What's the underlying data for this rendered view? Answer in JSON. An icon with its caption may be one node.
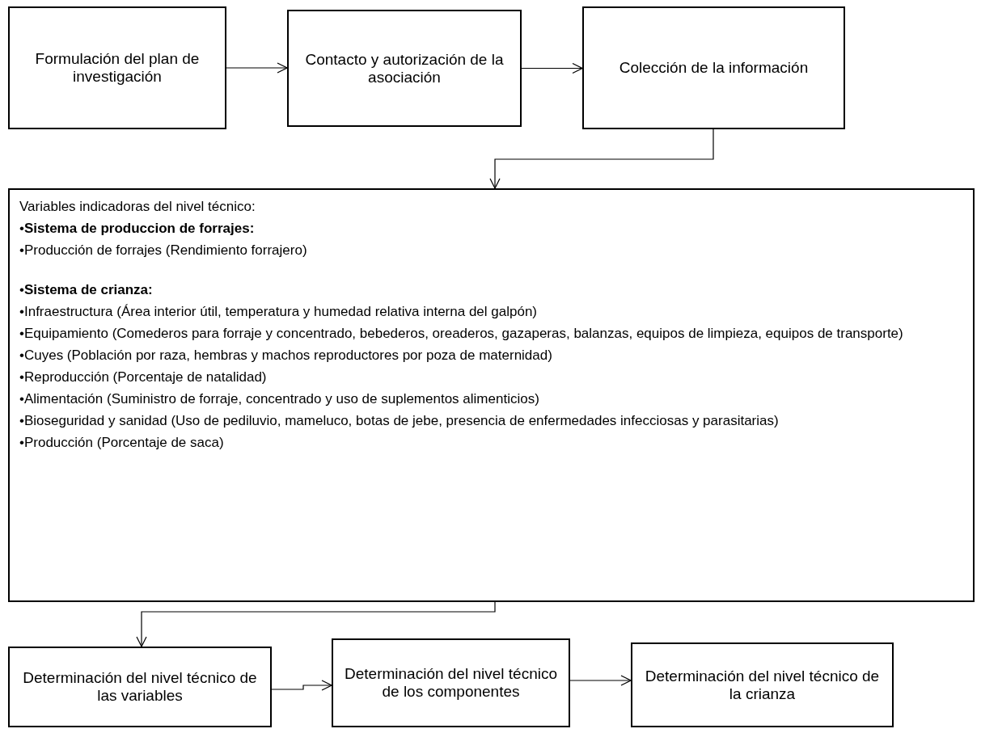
{
  "diagram": {
    "nodes": [
      {
        "text": [
          "Formulación del plan de investigación"
        ]
      },
      {
        "text": [
          "Contacto y autorización de la asociación"
        ]
      },
      {
        "text": [
          "Colección de la información"
        ]
      },
      {
        "text": [
          "Variables indicadoras del nivel técnico:",
          "•**Sistema de produccion de forrajes:**",
          "•Producción de forrajes (Rendimiento forrajero)",
          "•**Sistema de crianza:**",
          "•Infraestructura (Área interior útil, temperatura y humedad relativa interna del galpón)",
          "•Equipamiento (Comederos para forraje y concentrado, bebederos, oreaderos, gazaperas, balanzas, equipos de limpieza, equipos de transporte)",
          "•Cuyes (Población por raza, hembras y machos reproductores por poza de maternidad)",
          "•Reproducción (Porcentaje de natalidad)",
          "•Alimentación (Suministro de forraje, concentrado y uso de suplementos alimenticios)",
          "•Bioseguridad y sanidad (Uso de pediluvio, mameluco, botas de jebe, presencia de enfermedades infecciosas y parasitarias)",
          "•Producción (Porcentaje de saca)"
        ]
      },
      {
        "text": [
          "Determinación del nivel técnico de las variables"
        ]
      },
      {
        "text": [
          "Determinación del nivel técnico de los componentes"
        ]
      },
      {
        "text": [
          "Determinación del nivel técnico de la crianza"
        ]
      }
    ],
    "edges": [
      {
        "from": 0,
        "to": 1,
        "arrow": "to"
      },
      {
        "from": 1,
        "to": 2,
        "arrow": "to"
      },
      {
        "from": 2,
        "to": 3,
        "arrow": "to"
      },
      {
        "from": 3,
        "to": 4,
        "arrow": "to"
      },
      {
        "from": 4,
        "to": 5,
        "arrow": "to"
      },
      {
        "from": 5,
        "to": 6,
        "arrow": "to"
      }
    ]
  }
}
